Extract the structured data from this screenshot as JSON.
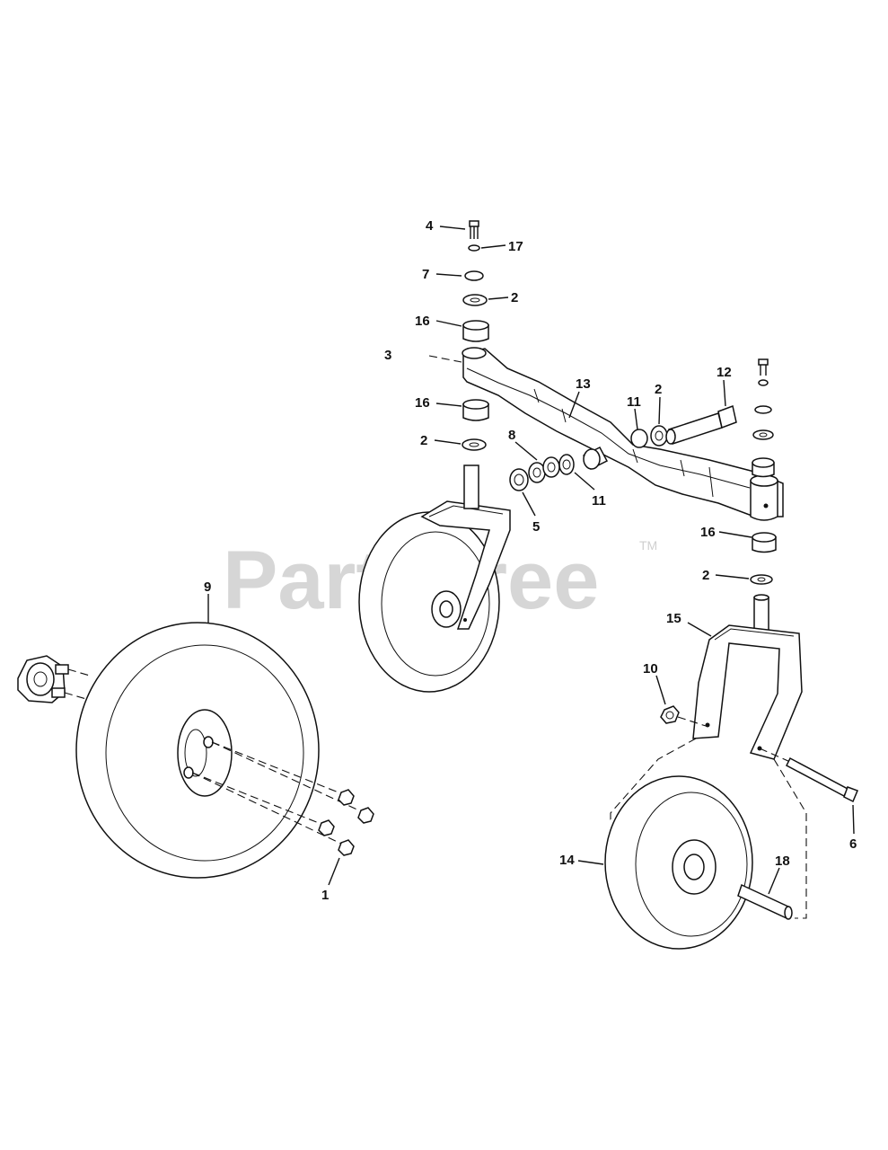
{
  "watermark": {
    "text": "PartsTree",
    "tm": "TM"
  },
  "callouts": [
    "4",
    "17",
    "7",
    "2",
    "16",
    "3",
    "16",
    "2",
    "13",
    "11",
    "2",
    "12",
    "8",
    "11",
    "5",
    "16",
    "2",
    "15",
    "10",
    "9",
    "6",
    "14",
    "18",
    "1"
  ]
}
